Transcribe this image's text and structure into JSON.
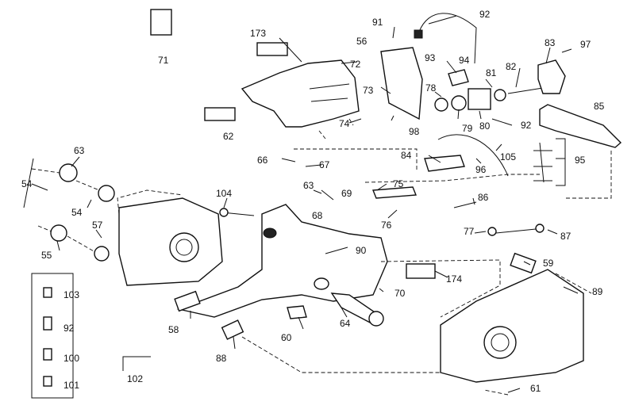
{
  "callouts": {
    "c71": "71",
    "c173": "173",
    "c56": "56",
    "c72": "72",
    "c73": "73",
    "c91": "91",
    "c92a": "92",
    "c93": "93",
    "c94": "94",
    "c83": "83",
    "c97": "97",
    "c81": "81",
    "c82": "82",
    "c78": "78",
    "c79": "79",
    "c80": "80",
    "c92b": "92",
    "c85": "85",
    "c74": "74",
    "c98": "98",
    "c62": "62",
    "c63": "63",
    "c54a": "54",
    "c54b": "54",
    "c57": "57",
    "c55": "55",
    "c66": "66",
    "c67": "67",
    "c84": "84",
    "c105": "105",
    "c95": "95",
    "c96": "96",
    "c104": "104",
    "c63b": "63",
    "c69": "69",
    "c68": "68",
    "c75": "75",
    "c76": "76",
    "c86": "86",
    "c77": "77",
    "c87": "87",
    "c90": "90",
    "c174": "174",
    "c70": "70",
    "c59": "59",
    "c89": "89",
    "c103": "103",
    "c92c": "92",
    "c100": "100",
    "c101": "101",
    "c102": "102",
    "c58": "58",
    "c60": "60",
    "c64": "64",
    "c88": "88",
    "c61": "61"
  }
}
